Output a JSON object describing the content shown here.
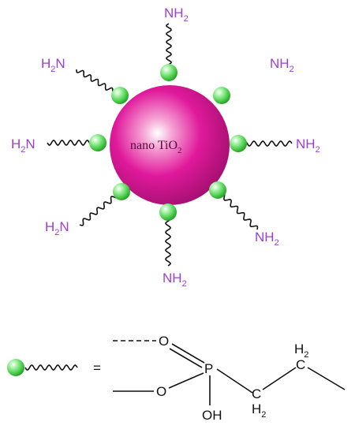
{
  "particle": {
    "core_label": "nano TiO",
    "core_subscript": "2",
    "group_main": "NH",
    "group_sub": "2",
    "group_left_prefix": "H",
    "group_left_sub": "2",
    "group_left_suffix": "N"
  },
  "legend": {
    "equals": "=",
    "O_double": "O",
    "O_single": "O",
    "P": "P",
    "OH": "OH",
    "CH2_top": "H",
    "CH2_top_sub": "2",
    "CH2_top_c": "C",
    "CH2_bottom_c": "C",
    "CH2_bottom": "H",
    "CH2_bottom_sub": "2"
  },
  "colors": {
    "amine": "#9b3fd1",
    "core": "#e0199b",
    "bead": "#4fd64f"
  }
}
